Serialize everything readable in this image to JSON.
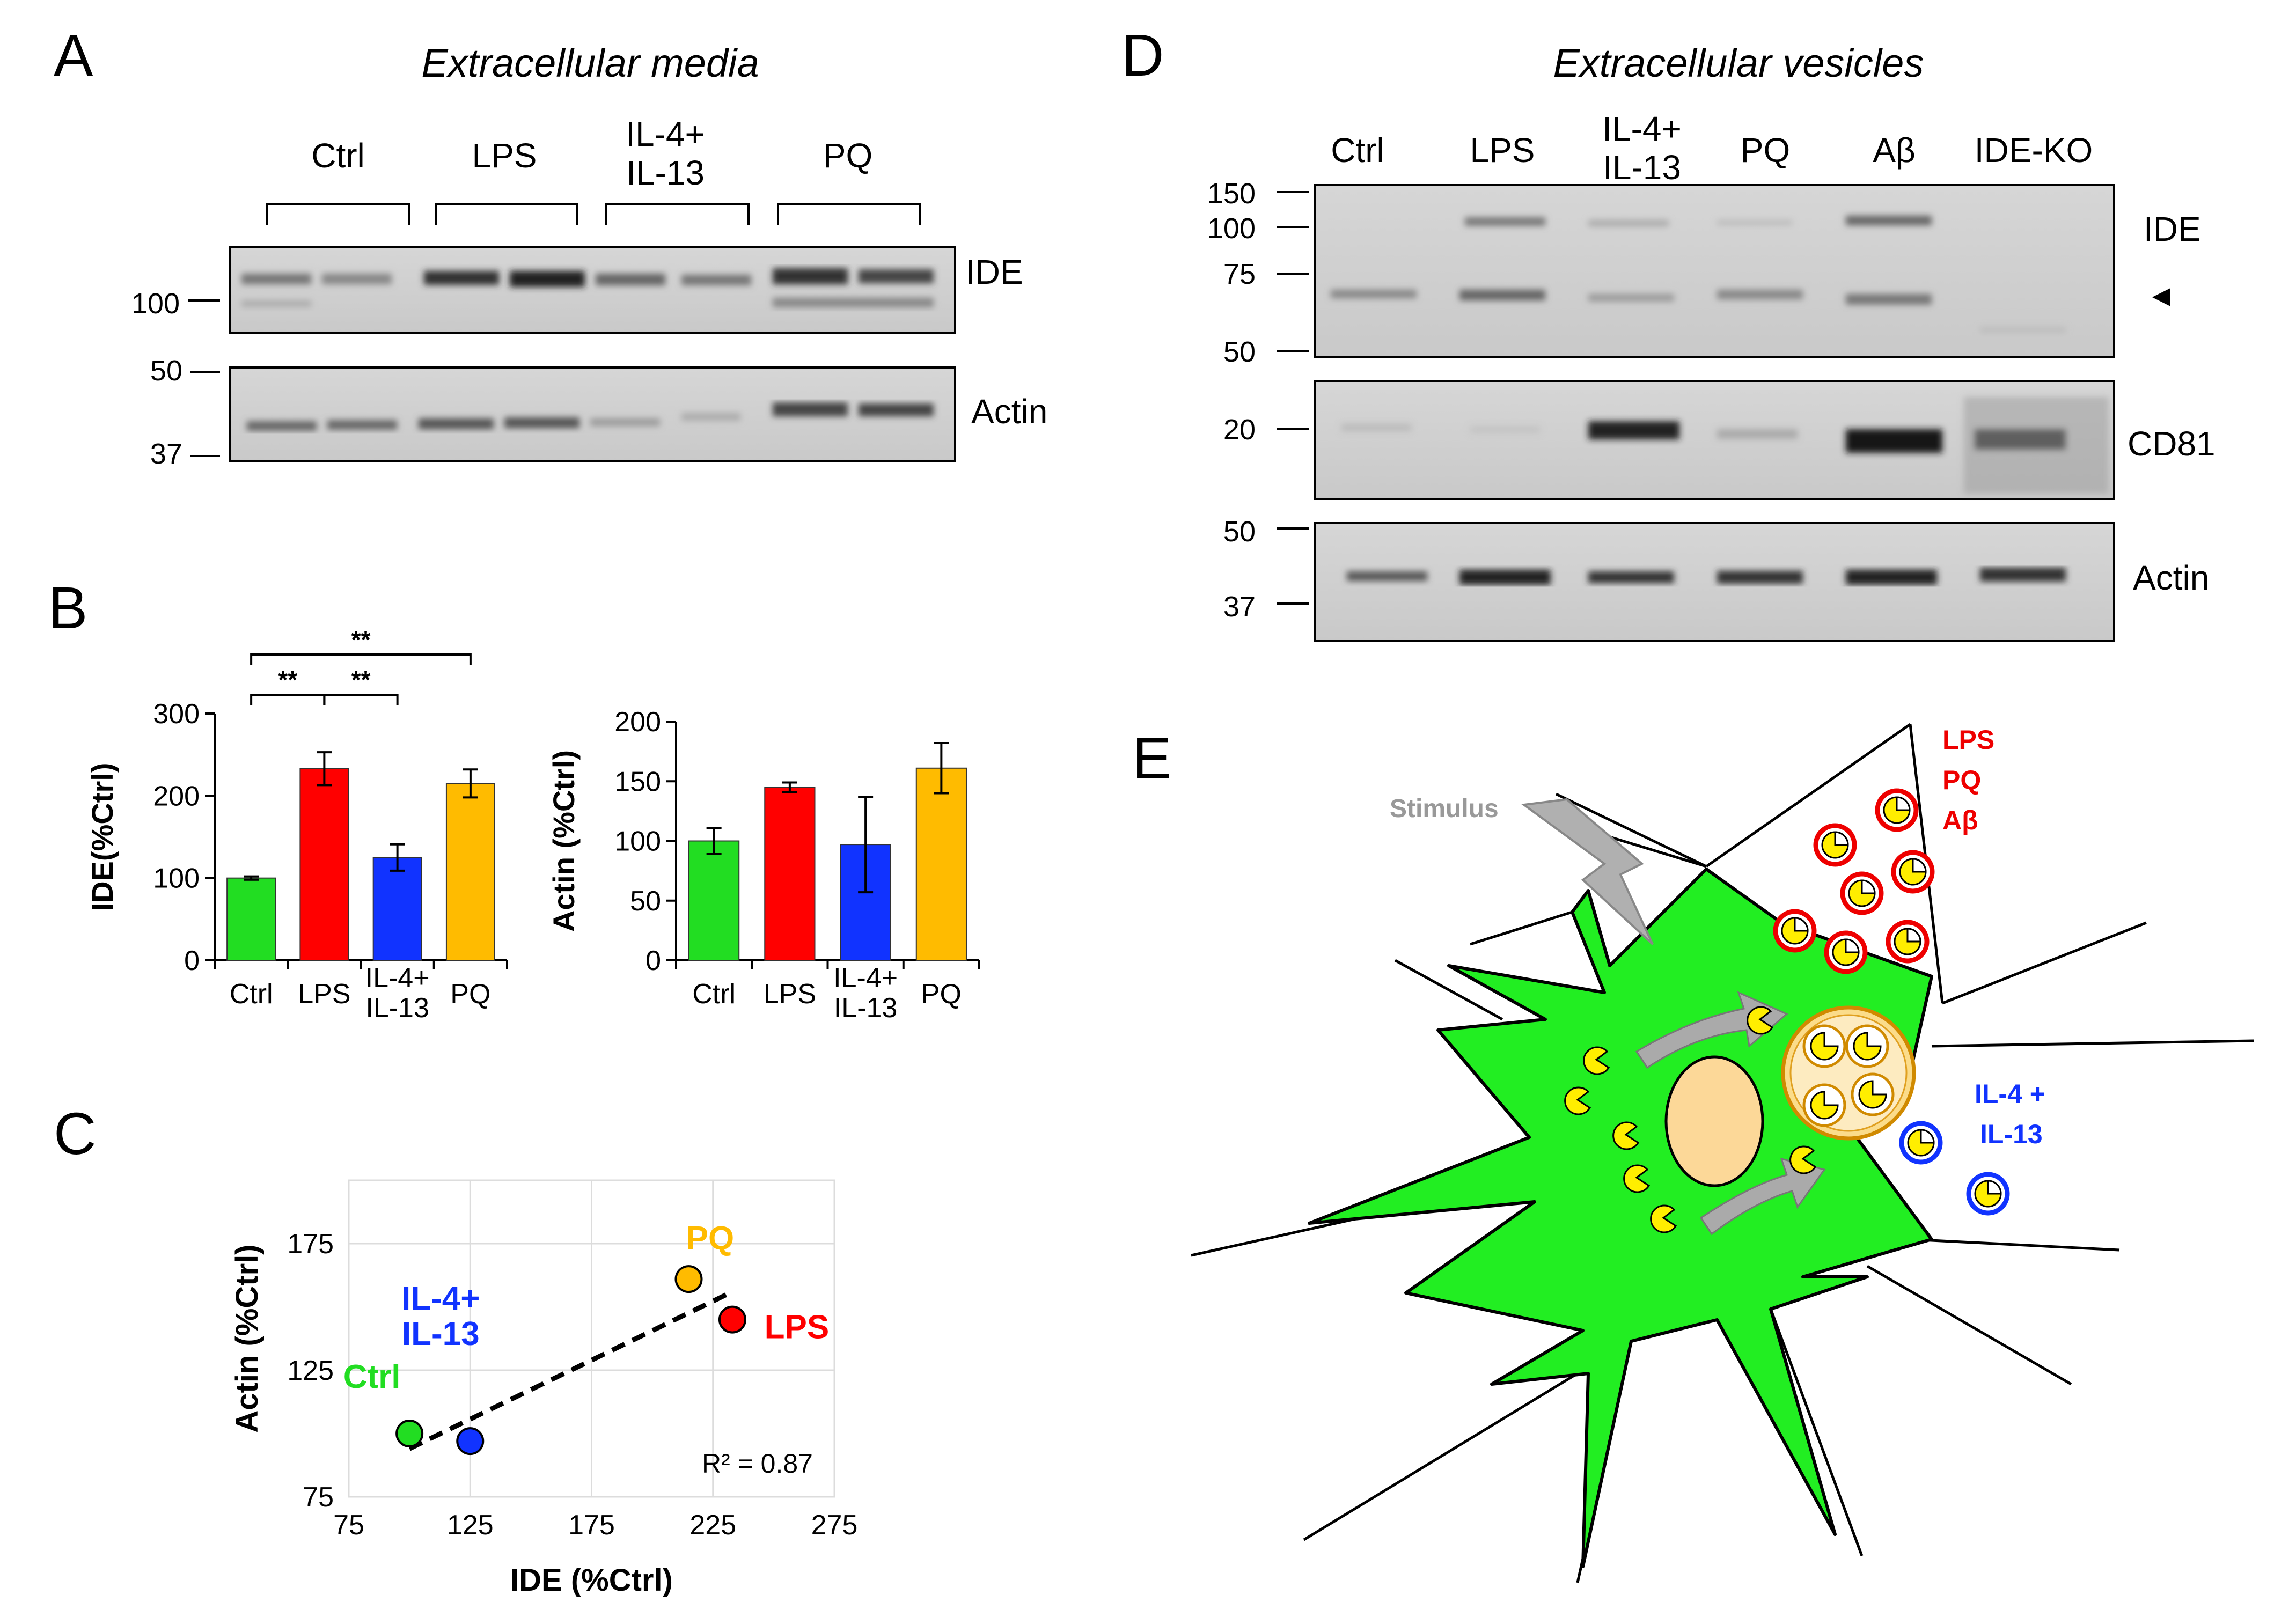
{
  "panels": {
    "A": {
      "letter": "A",
      "title": "Extracellular media",
      "lanes": [
        "Ctrl",
        "LPS",
        "IL-4+\nIL-13",
        "PQ"
      ],
      "blots": [
        {
          "label": "IDE",
          "markers": [
            "100"
          ]
        },
        {
          "label": "Actin",
          "markers": [
            "50",
            "37"
          ]
        }
      ]
    },
    "B": {
      "letter": "B"
    },
    "C": {
      "letter": "C"
    },
    "D": {
      "letter": "D",
      "title": "Extracellular vesicles",
      "lanes": [
        "Ctrl",
        "LPS",
        "IL-4+\nIL-13",
        "PQ",
        "Aβ",
        "IDE-KO"
      ],
      "blots": [
        {
          "label": "IDE",
          "markers": [
            "150",
            "100",
            "75",
            "50"
          ],
          "arrow": "◄"
        },
        {
          "label": "CD81",
          "markers": [
            "20"
          ]
        },
        {
          "label": "Actin",
          "markers": [
            "50",
            "37"
          ]
        }
      ]
    },
    "E": {
      "letter": "E",
      "stimulus": "Stimulus",
      "ev_labels_red": [
        "LPS",
        "PQ",
        "Aβ"
      ],
      "ev_labels_blue": [
        "IL-4 +",
        "IL-13"
      ]
    }
  },
  "chart_data": [
    {
      "type": "bar",
      "categories": [
        "Ctrl",
        "LPS",
        "IL-4+\nIL-13",
        "PQ"
      ],
      "values": [
        100,
        233,
        125,
        215
      ],
      "errors": [
        2,
        20,
        16,
        17
      ],
      "colors": [
        "#22dd22",
        "#ff0000",
        "#1133ff",
        "#ffbb00"
      ],
      "ylabel": "IDE(%Ctrl)",
      "ylim": [
        0,
        300
      ],
      "yticks": [
        0,
        100,
        200,
        300
      ],
      "significance": [
        {
          "from": 0,
          "to": 1,
          "label": "**"
        },
        {
          "from": 1,
          "to": 2,
          "label": "**"
        },
        {
          "from": 0,
          "to": 3,
          "label": "**"
        }
      ]
    },
    {
      "type": "bar",
      "categories": [
        "Ctrl",
        "LPS",
        "IL-4+\nIL-13",
        "PQ"
      ],
      "values": [
        100,
        145,
        97,
        161
      ],
      "errors": [
        11,
        4,
        40,
        21
      ],
      "colors": [
        "#22dd22",
        "#ff0000",
        "#1133ff",
        "#ffbb00"
      ],
      "ylabel": "Actin (%Ctrl)",
      "ylim": [
        0,
        200
      ],
      "yticks": [
        0,
        50,
        100,
        150,
        200
      ]
    },
    {
      "type": "scatter",
      "xlabel": "IDE (%Ctrl)",
      "ylabel": "Actin (%Ctrl)",
      "xlim": [
        75,
        275
      ],
      "ylim": [
        75,
        200
      ],
      "xticks": [
        75,
        125,
        175,
        225,
        275
      ],
      "yticks": [
        75,
        125,
        175
      ],
      "points": [
        {
          "name": "Ctrl",
          "x": 100,
          "y": 100,
          "color": "#22dd22",
          "label_color": "#22dd22"
        },
        {
          "name": "IL-4+\nIL-13",
          "x": 125,
          "y": 97,
          "color": "#1133ff",
          "label_color": "#1133ff"
        },
        {
          "name": "PQ",
          "x": 215,
          "y": 161,
          "color": "#ffbb00",
          "label_color": "#ffbb00"
        },
        {
          "name": "LPS",
          "x": 233,
          "y": 145,
          "color": "#ff0000",
          "label_color": "#ff0000"
        }
      ],
      "trendline": {
        "x": [
          100,
          233
        ],
        "y": [
          94,
          156
        ]
      },
      "annotation": "R² = 0.87",
      "grid": true
    }
  ]
}
